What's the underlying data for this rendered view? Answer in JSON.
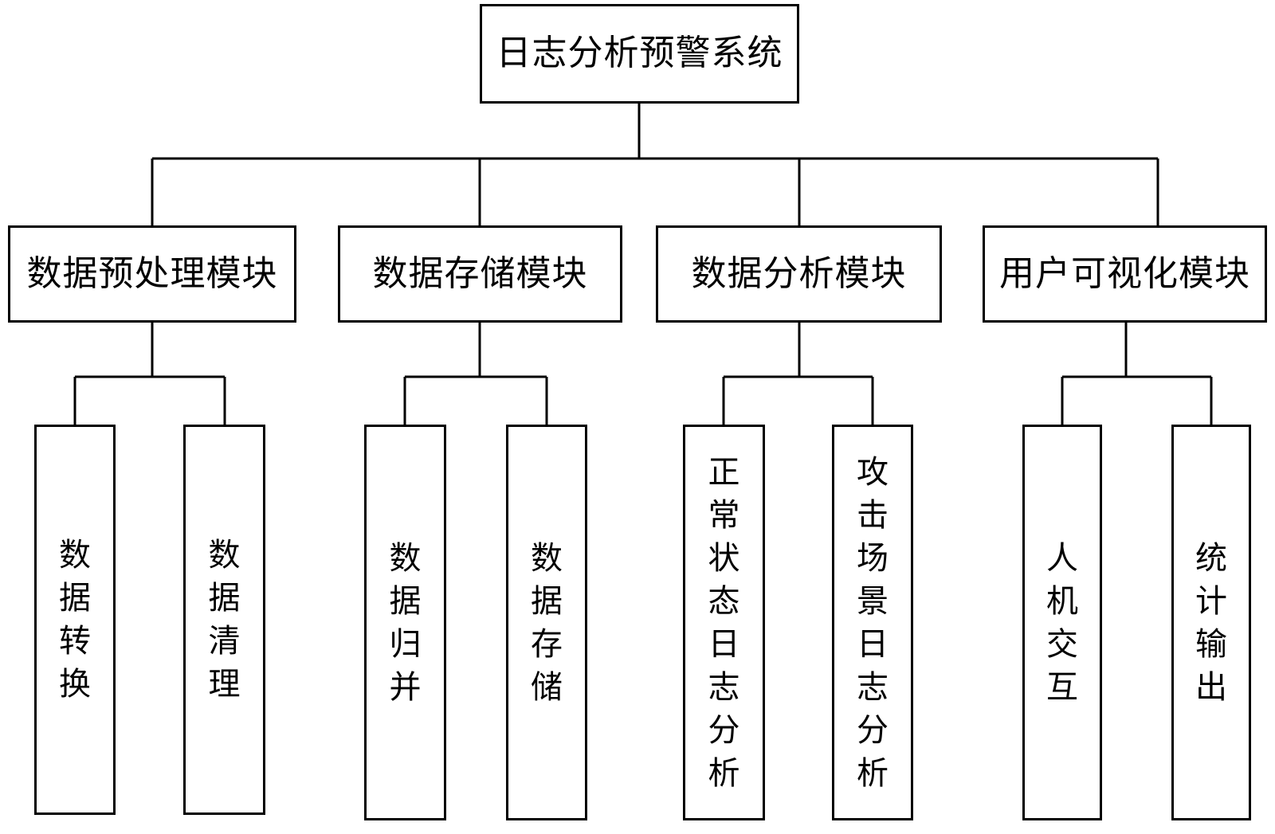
{
  "diagram": {
    "title": "日志分析预警系统",
    "colors": {
      "line": "#000000",
      "box_border": "#000000",
      "background": "#ffffff",
      "text": "#000000"
    },
    "root": {
      "label": "日志分析预警系统"
    },
    "modules": [
      {
        "label": "数据预处理模块",
        "children": [
          {
            "label": "数据转换"
          },
          {
            "label": "数据清理"
          }
        ]
      },
      {
        "label": "数据存储模块",
        "children": [
          {
            "label": "数据归并"
          },
          {
            "label": "数据存储"
          }
        ]
      },
      {
        "label": "数据分析模块",
        "children": [
          {
            "label": "正常状态日志分析"
          },
          {
            "label": "攻击场景日志分析"
          }
        ]
      },
      {
        "label": "用户可视化模块",
        "children": [
          {
            "label": "人机交互"
          },
          {
            "label": "统计输出"
          }
        ]
      }
    ]
  }
}
